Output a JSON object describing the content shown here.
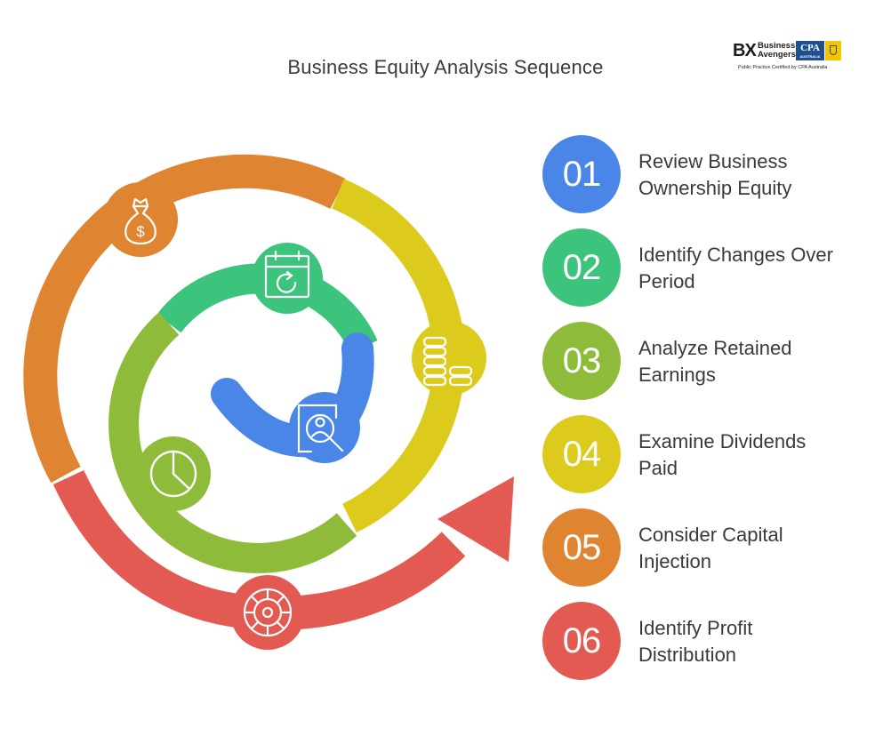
{
  "title": "Business Equity Analysis Sequence",
  "logo": {
    "mark": "BX",
    "name_line1": "Business",
    "name_line2": "Avengers",
    "cpa": "CPA",
    "cpa_sub": "AUSTRALIA",
    "certification": "Public Practice Certified by CPA Australia"
  },
  "steps": [
    {
      "number": "01",
      "line1": "Review Business",
      "line2": "Ownership Equity",
      "color": "#4a86e8",
      "icon": "search-person-icon"
    },
    {
      "number": "02",
      "line1": "Identify Changes Over",
      "line2": "Period",
      "color": "#3cc47c",
      "icon": "calendar-refresh-icon"
    },
    {
      "number": "03",
      "line1": "Analyze Retained",
      "line2": "Earnings",
      "color": "#8fbb3a",
      "icon": "pie-chart-icon"
    },
    {
      "number": "04",
      "line1": "Examine Dividends",
      "line2": "Paid",
      "color": "#dccb1c",
      "icon": "coins-icon"
    },
    {
      "number": "05",
      "line1": "Consider Capital",
      "line2": "Injection",
      "color": "#df8430",
      "icon": "money-bag-icon"
    },
    {
      "number": "06",
      "line1": "Identify Profit",
      "line2": "Distribution",
      "color": "#e35a52",
      "icon": "target-wheel-icon"
    }
  ]
}
